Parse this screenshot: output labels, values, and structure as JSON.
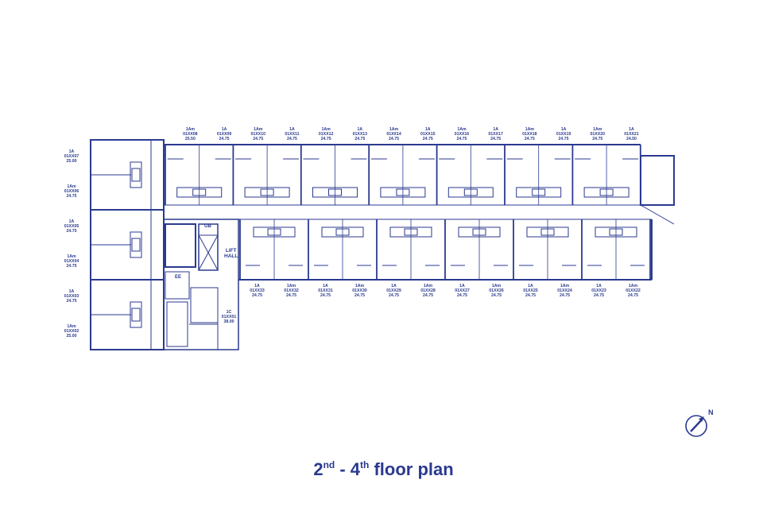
{
  "north_units": [
    {
      "type": "1Am",
      "code": "01XX08",
      "area": "25.50"
    },
    {
      "type": "1A",
      "code": "01XX09",
      "area": "24.75"
    },
    {
      "type": "1Am",
      "code": "01XX10",
      "area": "24.75"
    },
    {
      "type": "1A",
      "code": "01XX11",
      "area": "24.75"
    },
    {
      "type": "1Am",
      "code": "01XX12",
      "area": "24.75"
    },
    {
      "type": "1A",
      "code": "01XX13",
      "area": "24.75"
    },
    {
      "type": "1Am",
      "code": "01XX14",
      "area": "24.75"
    },
    {
      "type": "1A",
      "code": "01XX15",
      "area": "24.75"
    },
    {
      "type": "1Am",
      "code": "01XX16",
      "area": "24.75"
    },
    {
      "type": "1A",
      "code": "01XX17",
      "area": "24.75"
    },
    {
      "type": "1Am",
      "code": "01XX18",
      "area": "24.75"
    },
    {
      "type": "1A",
      "code": "01XX19",
      "area": "24.75"
    },
    {
      "type": "1Am",
      "code": "01XX20",
      "area": "24.75"
    },
    {
      "type": "1A",
      "code": "01XX21",
      "area": "24.50"
    }
  ],
  "south_units": [
    {
      "type": "1A",
      "code": "01XX33",
      "area": "24.75"
    },
    {
      "type": "1Am",
      "code": "01XX32",
      "area": "24.75"
    },
    {
      "type": "1A",
      "code": "01XX31",
      "area": "24.75"
    },
    {
      "type": "1Am",
      "code": "01XX30",
      "area": "24.75"
    },
    {
      "type": "1A",
      "code": "01XX29",
      "area": "24.75"
    },
    {
      "type": "1Am",
      "code": "01XX28",
      "area": "24.75"
    },
    {
      "type": "1A",
      "code": "01XX27",
      "area": "24.75"
    },
    {
      "type": "1Am",
      "code": "01XX26",
      "area": "24.75"
    },
    {
      "type": "1A",
      "code": "01XX25",
      "area": "24.75"
    },
    {
      "type": "1Am",
      "code": "01XX24",
      "area": "24.75"
    },
    {
      "type": "1A",
      "code": "01XX23",
      "area": "24.75"
    },
    {
      "type": "1Am",
      "code": "01XX22",
      "area": "24.75"
    }
  ],
  "west_units": [
    {
      "type": "1A",
      "code": "01XX07",
      "area": "25.00"
    },
    {
      "type": "1Am",
      "code": "01XX06",
      "area": "24.75"
    },
    {
      "type": "1A",
      "code": "01XX05",
      "area": "24.75"
    },
    {
      "type": "1Am",
      "code": "01XX04",
      "area": "24.75"
    },
    {
      "type": "1A",
      "code": "01XX03",
      "area": "24.75"
    },
    {
      "type": "1Am",
      "code": "01XX02",
      "area": "25.00"
    }
  ],
  "corner_unit": {
    "type": "1C",
    "code": "01XX01",
    "area": "38.00"
  },
  "labels": {
    "gb": "GB",
    "lift_1": "LIFT",
    "lift_2": "HALL",
    "ee": "EE"
  },
  "title": {
    "n1": "2",
    "s1": "nd",
    "mid": " - 4",
    "s2": "th",
    "tail": " floor plan"
  },
  "compass": {
    "letter": "N"
  },
  "colors": {
    "line": "#2b3a8f"
  }
}
